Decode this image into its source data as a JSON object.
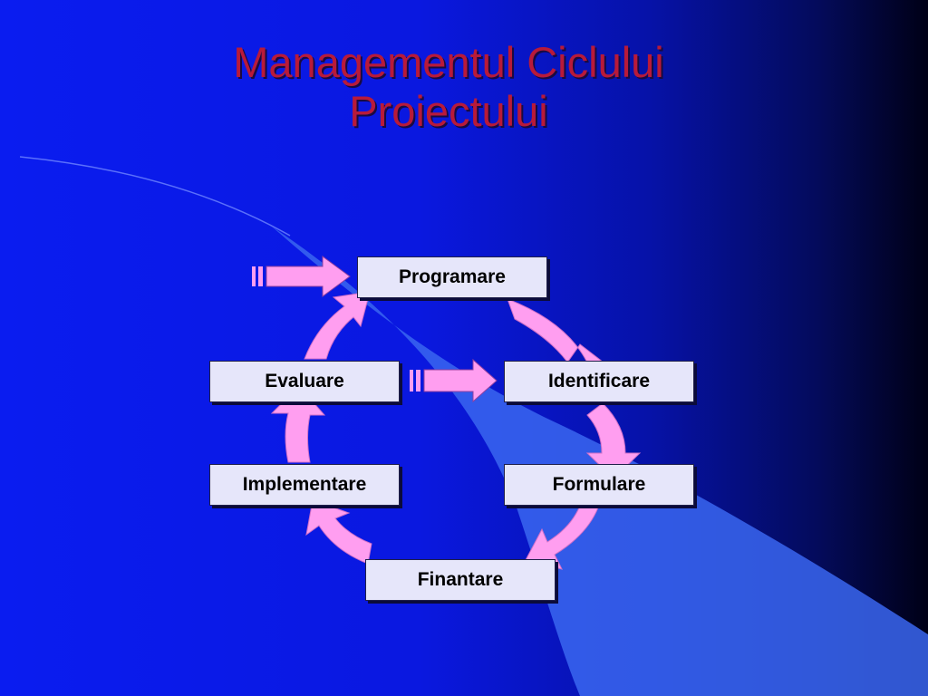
{
  "slide": {
    "title_line1": "Managementul Ciclului",
    "title_line2": "Proiectului"
  },
  "diagram": {
    "nodes": [
      {
        "key": "programare",
        "label": "Programare"
      },
      {
        "key": "identificare",
        "label": "Identificare"
      },
      {
        "key": "formulare",
        "label": "Formulare"
      },
      {
        "key": "finantare",
        "label": "Finantare"
      },
      {
        "key": "implementare",
        "label": "Implementare"
      },
      {
        "key": "evaluare",
        "label": "Evaluare"
      }
    ],
    "cycle_order": [
      "programare",
      "identificare",
      "formulare",
      "finantare",
      "implementare",
      "evaluare"
    ],
    "entry_arrows_target": [
      "programare",
      "identificare"
    ]
  },
  "colors": {
    "background": "#0a1cf0",
    "title": "#b81a3a",
    "arrow": "#ff9ef0",
    "box_fill": "#e6e6fa",
    "swoosh": "#3a66f0"
  }
}
